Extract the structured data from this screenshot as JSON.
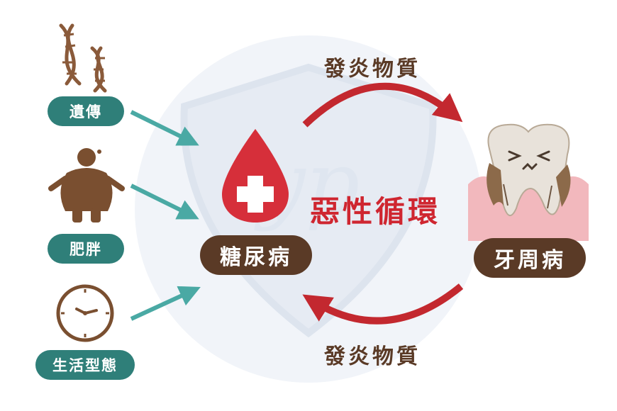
{
  "factors": [
    {
      "label": "遺傳",
      "icon": "dna-icon"
    },
    {
      "label": "肥胖",
      "icon": "obese-person-icon"
    },
    {
      "label": "生活型態",
      "icon": "clock-icon"
    }
  ],
  "left_node": {
    "label": "糖尿病",
    "icon": "blood-drop-cross-icon"
  },
  "right_node": {
    "label": "牙周病",
    "icon": "decayed-tooth-icon"
  },
  "cycle": {
    "center_label": "惡性循環",
    "top_arrow_label": "發炎物質",
    "bottom_arrow_label": "發炎物質"
  },
  "colors": {
    "teal": "#2f7f79",
    "arrow_teal": "#4aa9a4",
    "brown": "#5a3a26",
    "red": "#cf2630",
    "dark_red": "#b8282d",
    "gum_pink": "#f2b8bd",
    "watermark": "#e9eef5"
  }
}
